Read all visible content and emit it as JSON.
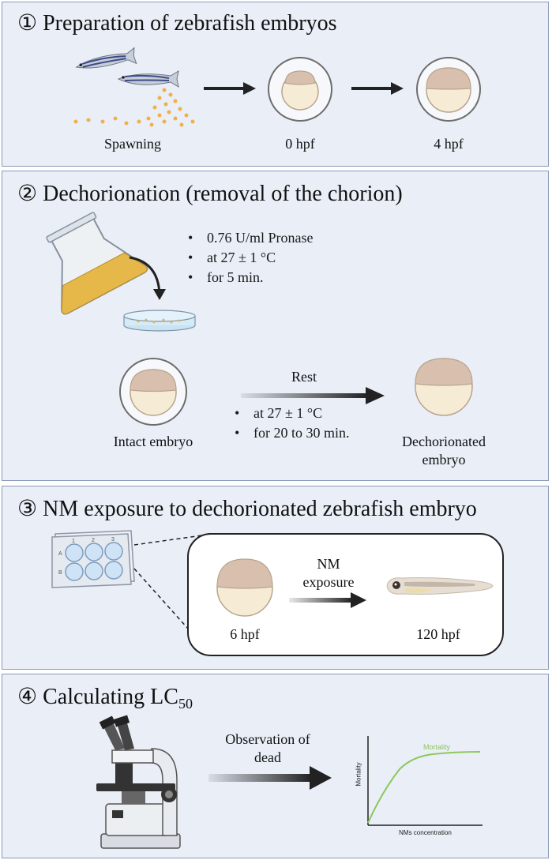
{
  "panel1": {
    "title": "① Preparation of zebrafish embryos",
    "stages": [
      "Spawning",
      "0 hpf",
      "4 hpf"
    ]
  },
  "panel2": {
    "title": "② Dechorionation (removal of the chorion)",
    "conditions": [
      "0.76 U/ml Pronase",
      "at 27 ± 1 °C",
      "for 5 min."
    ],
    "rest_label": "Rest",
    "rest_conditions": [
      "at 27 ± 1 °C",
      "for 20 to 30 min."
    ],
    "intact_label": "Intact embryo",
    "dechorionated_label": [
      "Dechorionated",
      "embryo"
    ]
  },
  "panel3": {
    "title": "③ NM exposure to dechorionated zebrafish embryo",
    "plate_labels": [
      "1",
      "2",
      "3",
      "A",
      "B"
    ],
    "arrow_label": [
      "NM",
      "exposure"
    ],
    "stages": [
      "6 hpf",
      "120 hpf"
    ]
  },
  "panel4": {
    "title_prefix": "④ Calculating LC",
    "title_subscript": "50",
    "arrow_label": [
      "Observation of",
      "dead"
    ],
    "graph": {
      "curve_label": "Mortality",
      "y_axis_label": "Mortality",
      "x_axis_label": "NMs concentration"
    }
  },
  "colors": {
    "panel_bg": "#e9eef7",
    "panel_border": "#8a9ab8",
    "embryo_yolk": "#f6ecd6",
    "embryo_blastoderm": "#d9bfae",
    "egg_dot": "#f2b04a",
    "curve": "#8cc85a"
  }
}
